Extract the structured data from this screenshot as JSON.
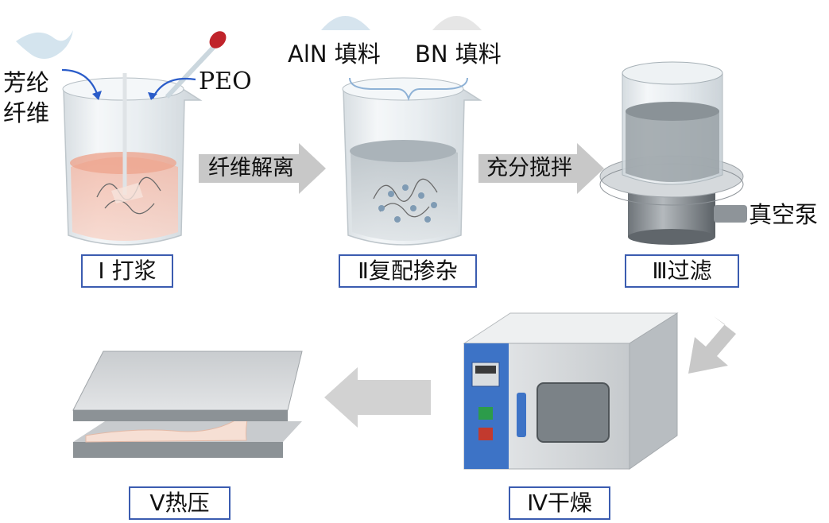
{
  "colors": {
    "label_border": "#3b5cb0",
    "arrow_gray": "#c8c8c8",
    "pulp_pink": "#f0b2a0",
    "glass": "#dfe6ea",
    "blue_arrow": "#2a5cc9",
    "oven_blue": "#3d73c6"
  },
  "inputs": {
    "aramid_fiber": "芳纶\n纤维",
    "aramid_line1": "芳纶",
    "aramid_line2": "纤维",
    "peo": "PEO",
    "aln_filler": "AlN 填料",
    "bn_filler": "BN 填料",
    "vacuum_pump": "真空泵"
  },
  "arrows": {
    "fiber_dissociation": "纤维解离",
    "full_stirring": "充分搅拌"
  },
  "steps": [
    {
      "label": "Ⅰ 打浆"
    },
    {
      "label": "Ⅱ复配掺杂"
    },
    {
      "label": "Ⅲ过滤"
    },
    {
      "label": "Ⅳ干燥"
    },
    {
      "label": "Ⅴ热压"
    }
  ]
}
